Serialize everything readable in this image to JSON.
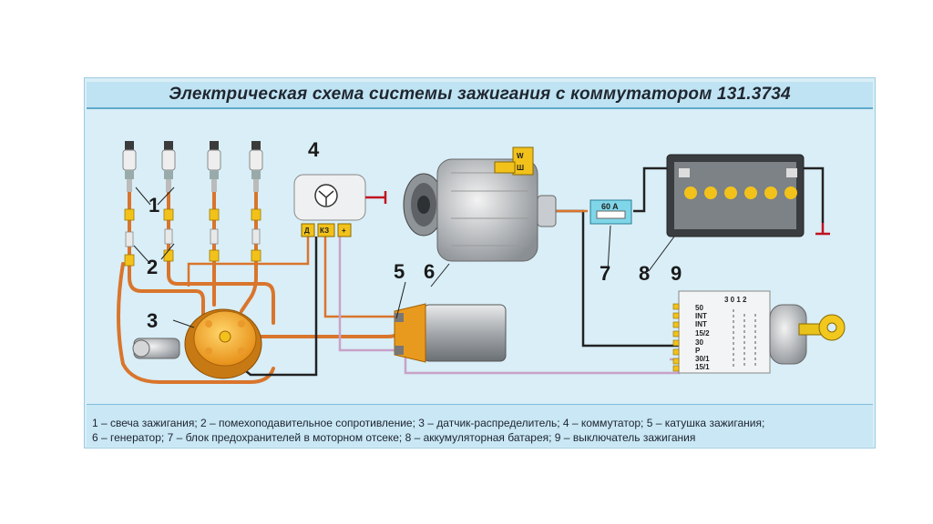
{
  "title": "Электрическая схема системы зажигания с коммутатором 131.3734",
  "components": [
    {
      "number": "1",
      "name": "свеча зажигания"
    },
    {
      "number": "2",
      "name": "помехоподавительное сопротивление"
    },
    {
      "number": "3",
      "name": "датчик-распределитель"
    },
    {
      "number": "4",
      "name": "коммутатор"
    },
    {
      "number": "5",
      "name": "катушка зажигания"
    },
    {
      "number": "6",
      "name": "генератор"
    },
    {
      "number": "7",
      "name": "блок предохранителей в моторном отсеке"
    },
    {
      "number": "8",
      "name": "аккумуляторная батарея"
    },
    {
      "number": "9",
      "name": "выключатель зажигания"
    }
  ],
  "labels": {
    "commutator_terminals": [
      "Д",
      "КЗ",
      "+"
    ],
    "generator_terminals": [
      "W",
      "Ш"
    ],
    "fuse_rating": "60 A",
    "switch_positions": "3 0 1 2",
    "switch_terminals": [
      "50",
      "INT",
      "INT",
      "15/2",
      "30",
      "P",
      "30/1",
      "15/1"
    ]
  },
  "caption": {
    "line1": "1 – свеча зажигания; 2 – помехоподавительное сопротивление; 3 – датчик-распределитель; 4 – коммутатор; 5 – катушка зажигания;",
    "line2": "6 – генератор; 7 – блок предохранителей в моторном отсеке; 8 – аккумуляторная батарея; 9 – выключатель зажигания"
  },
  "colors": {
    "background": "#d9eef7",
    "title_bar": "#bfe3f2",
    "wire_orange": "#d9752c",
    "wire_black": "#222222",
    "wire_pink": "#c9a2c8",
    "connector_yellow": "#f2c21b",
    "body_grey": "#c8ccd0"
  }
}
